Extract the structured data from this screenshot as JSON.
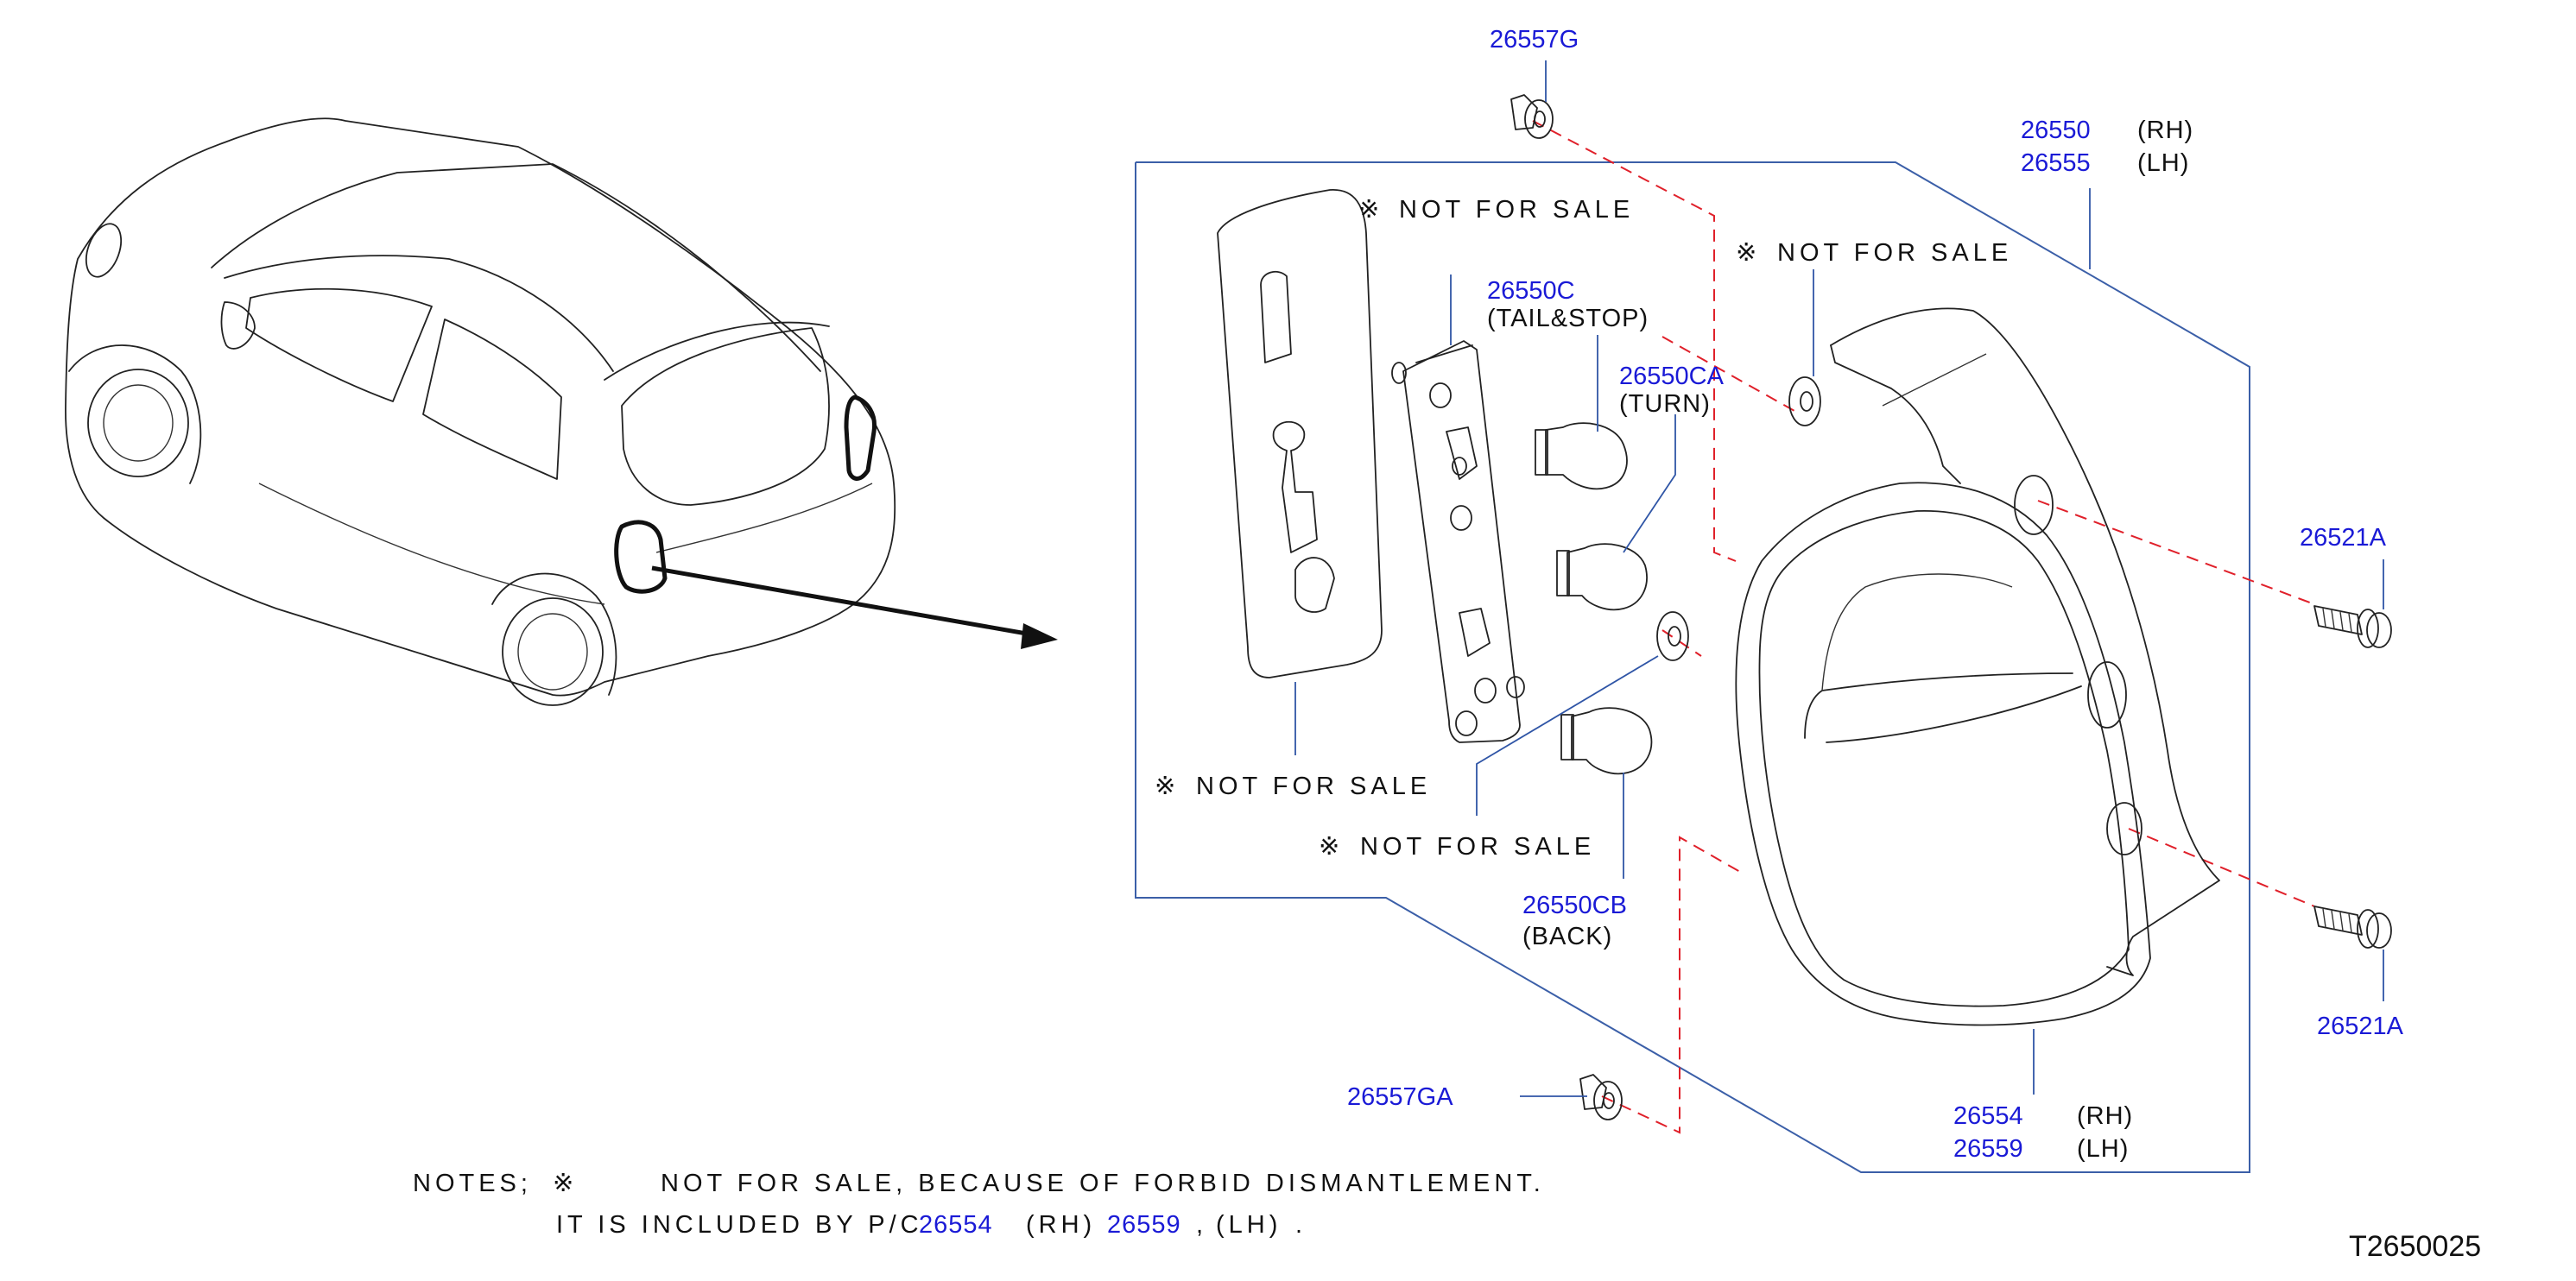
{
  "drawing_code": "T2650025",
  "callouts": {
    "clip_top": "26557G",
    "clip_bottom": "26557GA",
    "lamp_rh": "26550",
    "lamp_lh": "26555",
    "lamp_rh_side": "(RH)",
    "lamp_lh_side": "(LH)",
    "bulb_tail": "26550C",
    "bulb_tail_desc": "(TAIL&STOP)",
    "bulb_turn": "26550CA",
    "bulb_turn_desc": "(TURN)",
    "bulb_back": "26550CB",
    "bulb_back_desc": "(BACK)",
    "screw_upper": "26521A",
    "screw_lower": "26521A",
    "lens_rh": "26554",
    "lens_lh": "26559",
    "lens_rh_side": "(RH)",
    "lens_lh_side": "(LH)"
  },
  "not_for_sale": {
    "mark": "※",
    "text": "NOT FOR SALE"
  },
  "notes": {
    "prefix": "NOTES;",
    "mark": "※",
    "line1": "NOT FOR SALE, BECAUSE OF FORBID DISMANTLEMENT.",
    "line2_a": "IT IS INCLUDED BY P/C",
    "line2_part1": "26554",
    "line2_side1": "(RH)",
    "line2_part2": "26559",
    "line2_sep": ",",
    "line2_side2": "(LH)",
    "line2_end": "."
  },
  "colors": {
    "part_number": "#1a1ad6",
    "leader": "#2f55a6",
    "dashed_line": "#e0202a",
    "line_art": "#222222"
  }
}
